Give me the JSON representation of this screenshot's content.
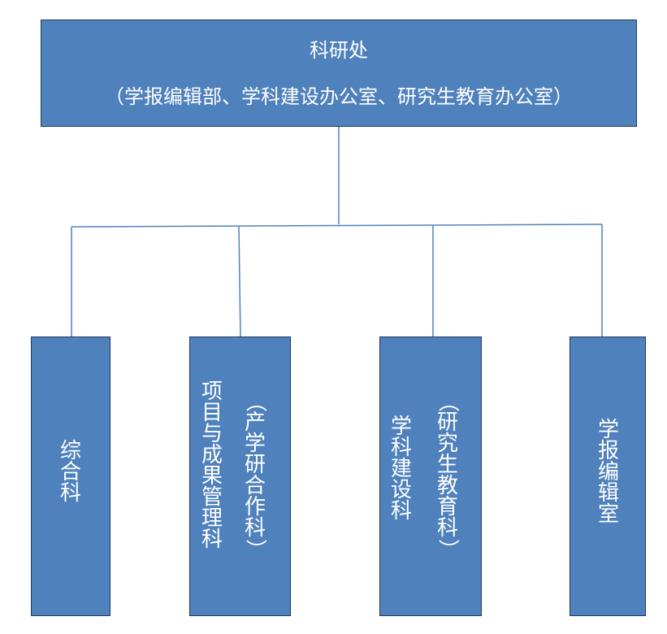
{
  "top": {
    "title": "科研处",
    "subtitle": "（学报编辑部、学科建设办公室、研究生教育办公室）"
  },
  "depts": [
    {
      "label": "综合科"
    },
    {
      "label": "项目与成果管理科",
      "label2": "（产学研合作科）"
    },
    {
      "label": "学科建设科",
      "label2": "（研究生教育科）"
    },
    {
      "label": "学报编辑室"
    }
  ],
  "colors": {
    "box_fill": "#4f81bd",
    "box_border": "#1f3a5c",
    "line": "#4f81bd",
    "text": "#ffffff"
  }
}
